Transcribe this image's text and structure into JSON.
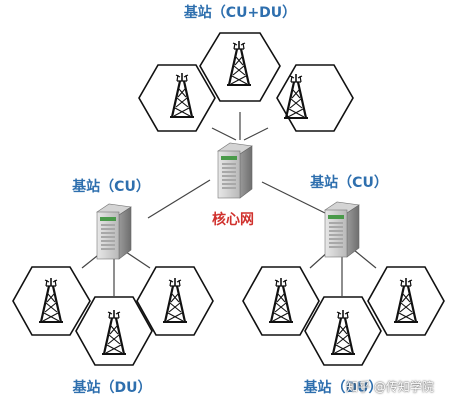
{
  "labels": {
    "top_station": "基站（CU+DU）",
    "left_cu": "基站（CU）",
    "right_cu": "基站（CU）",
    "core_network": "核心网",
    "left_du": "基站（DU）",
    "right_du": "基站（DU）"
  },
  "watermark": "知乎 @传知学院",
  "colors": {
    "label_blue": "#2e6fae",
    "core_red": "#d0312d",
    "cell_stroke": "#111111",
    "link_line": "#444444"
  },
  "icons": {
    "tower": "radio-tower-icon",
    "server": "server-icon"
  }
}
